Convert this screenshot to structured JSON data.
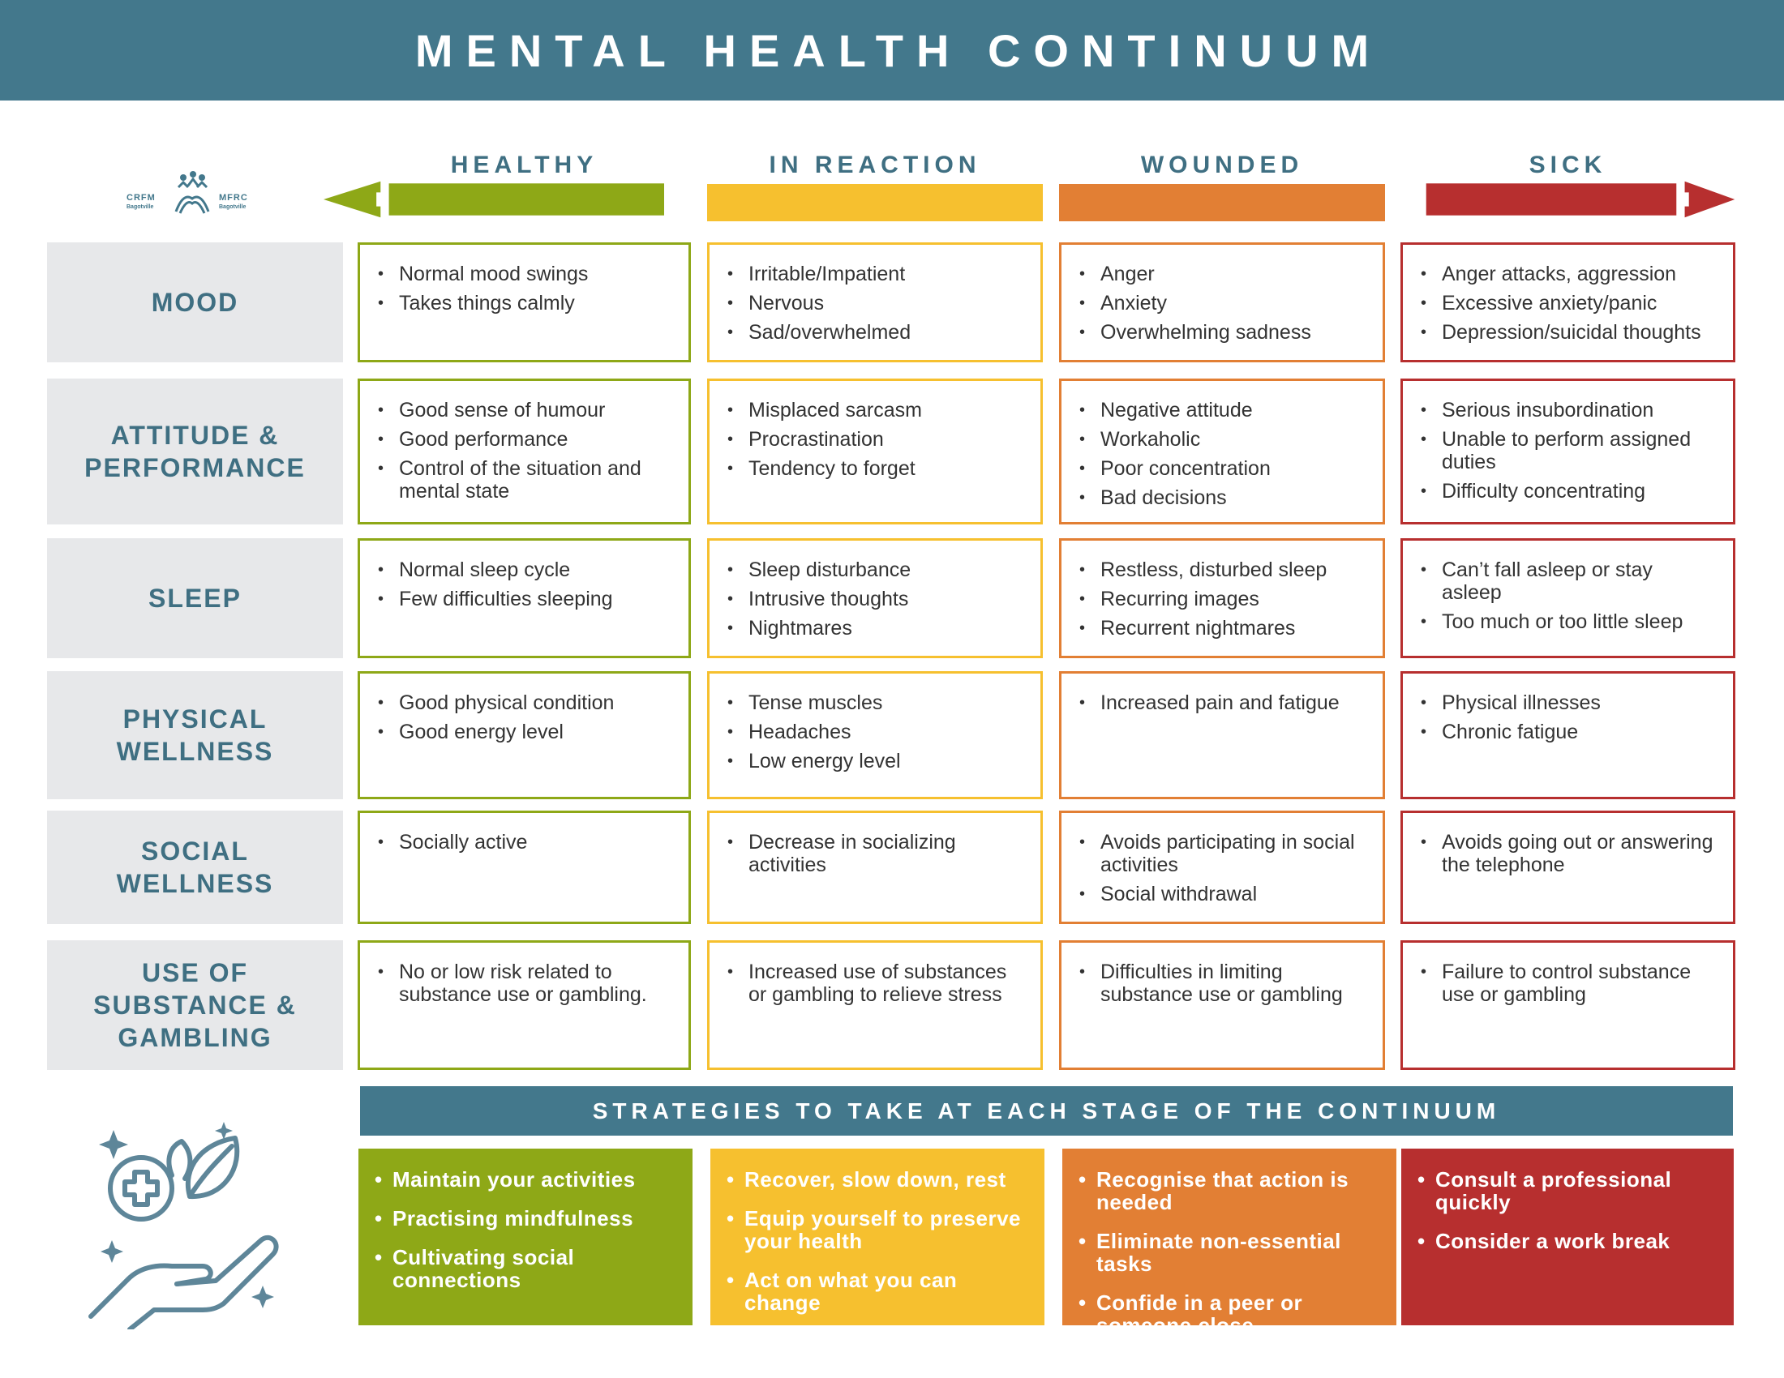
{
  "title": "MENTAL HEALTH CONTINUUM",
  "logo": {
    "left_text": "CRFM",
    "left_sub": "Bagotville",
    "right_text": "MFRC",
    "right_sub": "Bagotville"
  },
  "colors": {
    "header": "#43788c",
    "healthy": "#8ea817",
    "in_reaction": "#f6c02f",
    "wounded": "#e27f34",
    "sick": "#b72f2f"
  },
  "columns": [
    "HEALTHY",
    "IN REACTION",
    "WOUNDED",
    "SICK"
  ],
  "rows": [
    {
      "label_lines": [
        "MOOD"
      ],
      "cells": [
        [
          "Normal mood swings",
          "Takes things calmly"
        ],
        [
          "Irritable/Impatient",
          "Nervous",
          "Sad/overwhelmed"
        ],
        [
          "Anger",
          "Anxiety",
          "Overwhelming sadness"
        ],
        [
          "Anger attacks, aggression",
          "Excessive anxiety/panic",
          "Depression/suicidal thoughts"
        ]
      ]
    },
    {
      "label_lines": [
        "ATTITUDE &",
        "PERFORMANCE"
      ],
      "cells": [
        [
          "Good sense of humour",
          "Good performance",
          "Control of the situation and mental state"
        ],
        [
          "Misplaced sarcasm",
          "Procrastination",
          "Tendency to forget"
        ],
        [
          "Negative attitude",
          "Workaholic",
          "Poor concentration",
          "Bad decisions"
        ],
        [
          "Serious insubordination",
          "Unable to perform assigned duties",
          "Difficulty concentrating"
        ]
      ]
    },
    {
      "label_lines": [
        "SLEEP"
      ],
      "cells": [
        [
          "Normal sleep cycle",
          "Few difficulties sleeping"
        ],
        [
          "Sleep disturbance",
          "Intrusive thoughts",
          "Nightmares"
        ],
        [
          "Restless, disturbed sleep",
          "Recurring images",
          "Recurrent nightmares"
        ],
        [
          "Can’t fall asleep or stay asleep",
          "Too much or too little sleep"
        ]
      ]
    },
    {
      "label_lines": [
        "PHYSICAL",
        "WELLNESS"
      ],
      "cells": [
        [
          "Good physical condition",
          "Good energy level"
        ],
        [
          "Tense muscles",
          "Headaches",
          "Low energy level"
        ],
        [
          "Increased pain and fatigue"
        ],
        [
          "Physical illnesses",
          "Chronic fatigue"
        ]
      ]
    },
    {
      "label_lines": [
        "SOCIAL",
        "WELLNESS"
      ],
      "cells": [
        [
          "Socially active"
        ],
        [
          "Decrease in socializing activities"
        ],
        [
          "Avoids participating in social activities",
          "Social withdrawal"
        ],
        [
          "Avoids going out or answering the telephone"
        ]
      ]
    },
    {
      "label_lines": [
        "USE OF",
        "SUBSTANCE &",
        "GAMBLING"
      ],
      "cells": [
        [
          "No or low risk related to substance use or gambling."
        ],
        [
          "Increased use of substances or gambling to relieve stress"
        ],
        [
          "Difficulties in limiting substance use or gambling"
        ],
        [
          "Failure to control substance use or gambling"
        ]
      ]
    }
  ],
  "strategies": {
    "title": "STRATEGIES TO TAKE AT EACH STAGE OF THE CONTINUUM",
    "columns": [
      [
        "Maintain your activities",
        "Practising mindfulness",
        "Cultivating social connections"
      ],
      [
        "Recover, slow down, rest",
        "Equip yourself to preserve your health",
        "Act on what you can change"
      ],
      [
        "Recognise that action is needed",
        "Eliminate non-essential tasks",
        "Confide in a peer or someone close"
      ],
      [
        "Consult a professional quickly",
        "Consider a work break"
      ]
    ]
  }
}
